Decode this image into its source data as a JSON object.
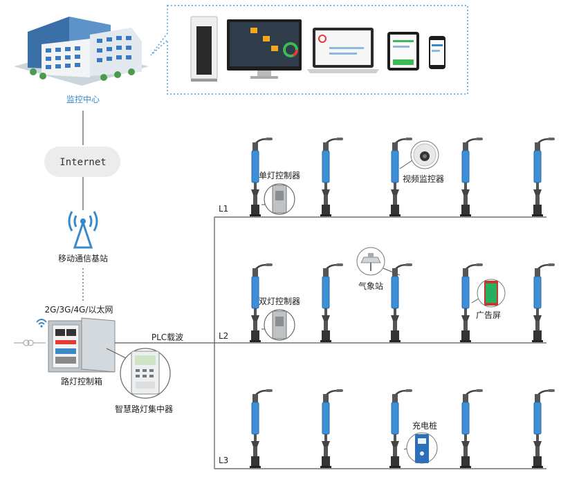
{
  "center": {
    "label": "监控中心"
  },
  "network": {
    "internet": "Internet"
  },
  "base_station": {
    "label": "移动通信基站"
  },
  "uplink": {
    "label": "2G/3G/4G/以太网"
  },
  "cabinet": {
    "label": "路灯控制箱"
  },
  "concentrator": {
    "label": "智慧路灯集中器"
  },
  "plc": {
    "label": "PLC载波"
  },
  "lines": {
    "l1": "L1",
    "l2": "L2",
    "l3": "L3"
  },
  "devices": {
    "single_ctrl": "单灯控制器",
    "video": "视频监控器",
    "double_ctrl": "双灯控制器",
    "weather": "气象站",
    "ad_screen": "广告屏",
    "charger": "充电桩"
  },
  "colors": {
    "accent": "#3a88c8",
    "pole": "#4a4a4a",
    "lamp_panel": "#3d8fd6",
    "line": "#555555"
  }
}
